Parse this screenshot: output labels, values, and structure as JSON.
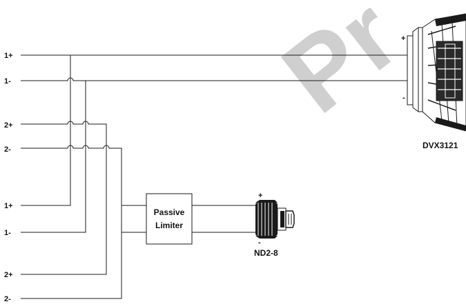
{
  "diagram": {
    "terminals_top": [
      "1+",
      "1-",
      "2+",
      "2-"
    ],
    "terminals_bottom": [
      "1+",
      "1-",
      "2+",
      "2-"
    ],
    "woofer": {
      "model": "DVX3121",
      "plus": "+",
      "minus": "-"
    },
    "limiter": {
      "line1": "Passive",
      "line2": "Limiter"
    },
    "driver": {
      "model": "ND2-8",
      "plus": "+",
      "minus": "-"
    },
    "watermark": "Pr",
    "colors": {
      "line": "#1a1a1a",
      "watermark": "#c8c8c8",
      "background": "#ffffff"
    }
  }
}
